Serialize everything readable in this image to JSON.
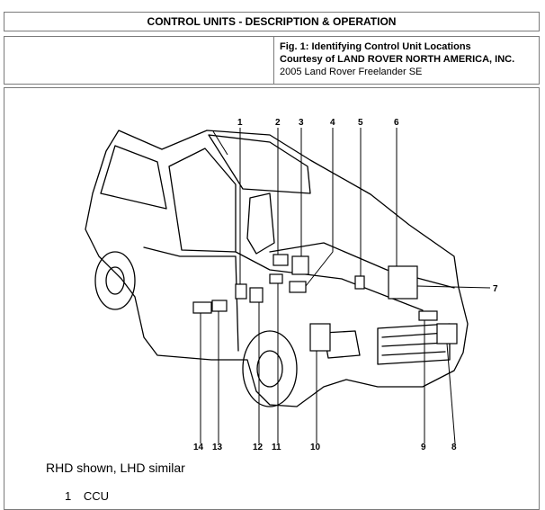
{
  "header": {
    "title": "CONTROL UNITS - DESCRIPTION & OPERATION"
  },
  "figure": {
    "title": "Fig. 1: Identifying Control Unit Locations",
    "courtesy": "Courtesy of LAND ROVER NORTH AMERICA, INC.",
    "vehicle": "2005 Land Rover Freelander SE"
  },
  "diagram": {
    "callouts": [
      "1",
      "2",
      "3",
      "4",
      "5",
      "6",
      "7",
      "8",
      "9",
      "10",
      "11",
      "12",
      "13",
      "14"
    ],
    "caption": "RHD shown, LHD similar"
  },
  "legend": [
    {
      "number": "1",
      "label": "CCU"
    }
  ]
}
